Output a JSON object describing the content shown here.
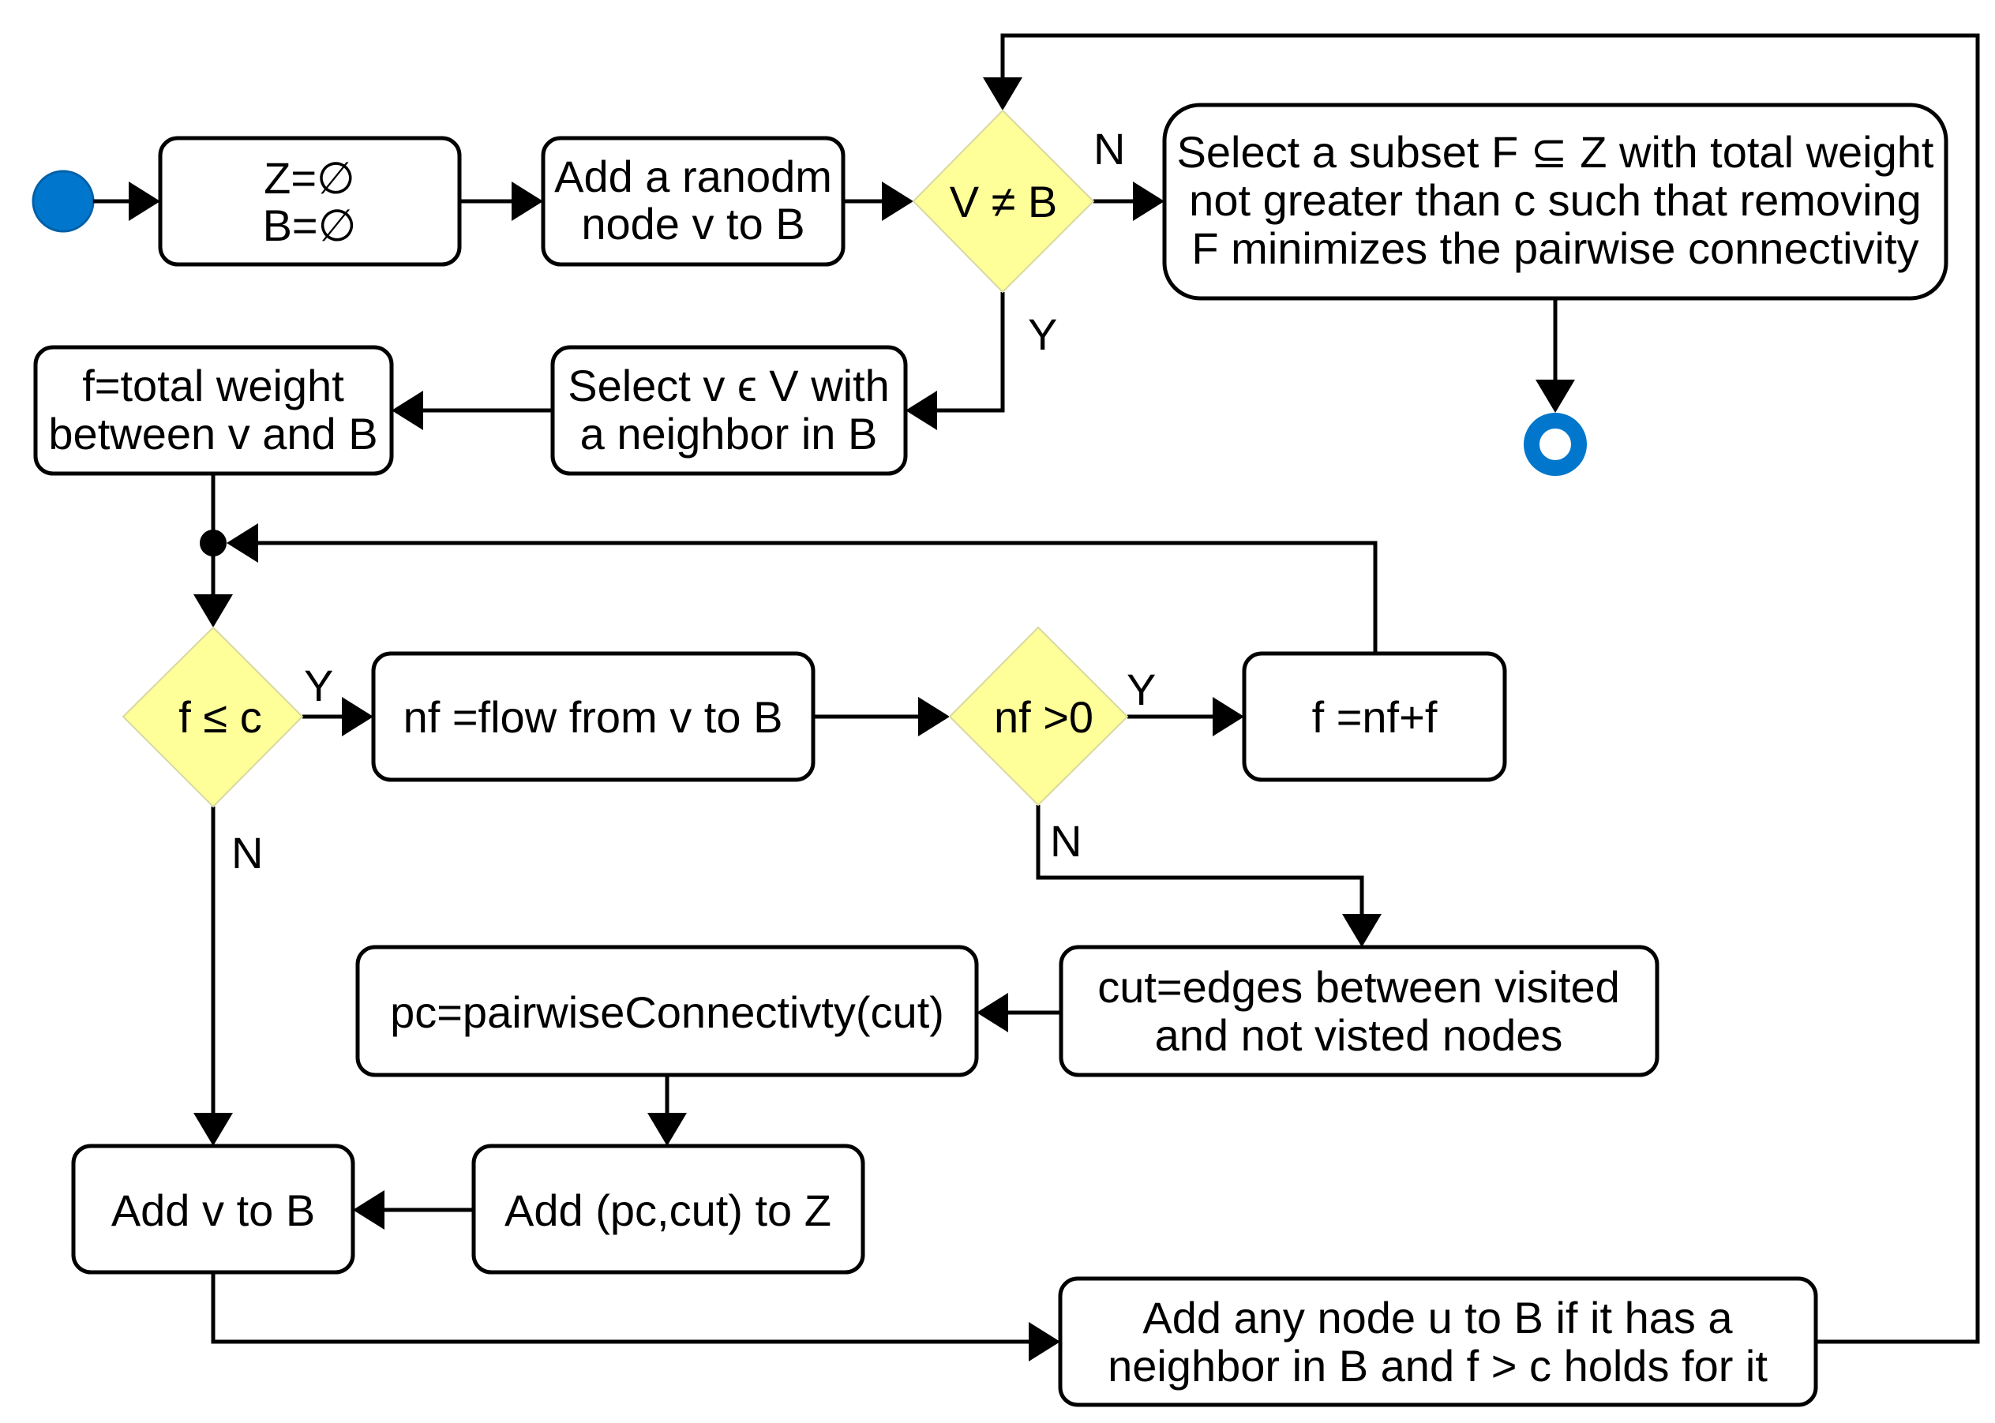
{
  "diagram": {
    "nodes": {
      "init": [
        "Z=∅",
        "B=∅"
      ],
      "add_random": [
        "Add a ranodm",
        "node v to B"
      ],
      "check_vb": [
        "V ≠ B"
      ],
      "select_subset": [
        "Select a subset F ⊆ Z with total weight",
        "not greater than c such that removing",
        "F minimizes the pairwise connectivity"
      ],
      "select_v": [
        "Select v ϵ V with",
        "a neighbor in B"
      ],
      "f_total": [
        "f=total weight",
        "between v and B"
      ],
      "check_fc": [
        "f ≤ c"
      ],
      "nf_flow": [
        "nf =flow from v to B"
      ],
      "check_nf": [
        "nf >0"
      ],
      "f_update": [
        "f =nf+f"
      ],
      "cut": [
        "cut=edges between visited",
        "and not visted nodes"
      ],
      "pc": [
        "pc=pairwiseConnectivty(cut)"
      ],
      "add_pc": [
        "Add (pc,cut) to Z"
      ],
      "add_v": [
        "Add v to B"
      ],
      "add_u": [
        "Add any node u to B if it has a",
        "neighbor in B  and f > c holds for it"
      ]
    },
    "edge_labels": {
      "vb_no": "N",
      "vb_yes": "Y",
      "fc_yes": "Y",
      "fc_no": "N",
      "nf_yes": "Y",
      "nf_no": "N"
    },
    "colors": {
      "start_node": "#0077cc",
      "decision_fill": "#ffff99",
      "line": "#000000"
    }
  }
}
